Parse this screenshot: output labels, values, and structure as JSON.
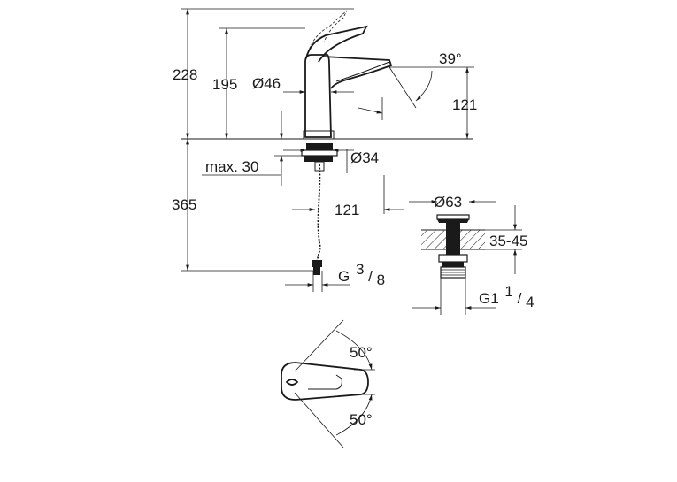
{
  "colors": {
    "line": "#1a1a1a",
    "background": "#ffffff"
  },
  "dimensions": {
    "total_height": "228",
    "spout_height": "195",
    "body_diameter": "Ø46",
    "spout_angle": "39°",
    "spout_reach": "121",
    "hose_diameter": "Ø34",
    "deck_thickness": "max. 30",
    "below_deck": "365",
    "spout_offset": "121",
    "connection_prefix": "G",
    "connection_num": "3",
    "connection_den": "8",
    "waste_diameter": "Ø63",
    "waste_range": "35-45",
    "waste_thread_prefix": "G1",
    "waste_num": "1",
    "waste_den": "4",
    "swivel_left": "50°",
    "swivel_right": "50°"
  }
}
